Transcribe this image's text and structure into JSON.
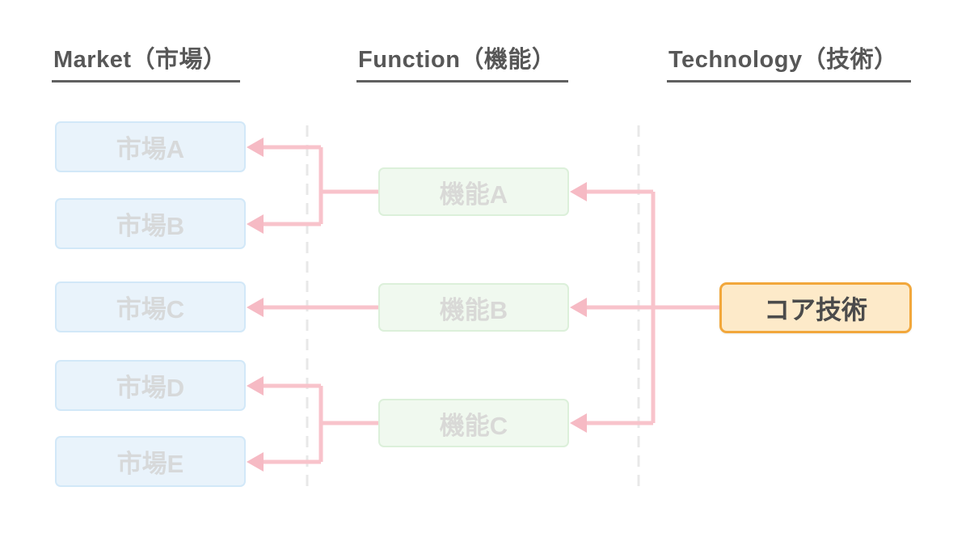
{
  "diagram": {
    "type": "mft-technology-tree",
    "columns": [
      {
        "id": "market",
        "header": "Market（市場）",
        "boxes": [
          {
            "label": "市場A"
          },
          {
            "label": "市場B"
          },
          {
            "label": "市場C"
          },
          {
            "label": "市場D"
          },
          {
            "label": "市場E"
          }
        ]
      },
      {
        "id": "function",
        "header": "Function（機能）",
        "boxes": [
          {
            "label": "機能A"
          },
          {
            "label": "機能B"
          },
          {
            "label": "機能C"
          }
        ]
      },
      {
        "id": "technology",
        "header": "Technology（技術）",
        "boxes": [
          {
            "label": "コア技術"
          }
        ]
      }
    ],
    "edges": [
      {
        "from": "機能A",
        "to": "市場A"
      },
      {
        "from": "機能A",
        "to": "市場B"
      },
      {
        "from": "機能B",
        "to": "市場C"
      },
      {
        "from": "機能C",
        "to": "市場D"
      },
      {
        "from": "機能C",
        "to": "市場E"
      },
      {
        "from": "コア技術",
        "to": "機能A"
      },
      {
        "from": "コア技術",
        "to": "機能B"
      },
      {
        "from": "コア技術",
        "to": "機能C"
      }
    ],
    "colors": {
      "arrow_pink": "#f8c3cb",
      "market_fill": "#e9f3fb",
      "market_border": "#d2e8f8",
      "function_fill": "#f0f9ef",
      "function_border": "#dcf0da",
      "tech_fill": "#fdeac9",
      "tech_border": "#f2a73b",
      "header_text": "#575757",
      "faded_label_text": "#d7d7d7",
      "tech_text": "#4b4b4b",
      "separator_dash": "#e8e8e8"
    }
  }
}
